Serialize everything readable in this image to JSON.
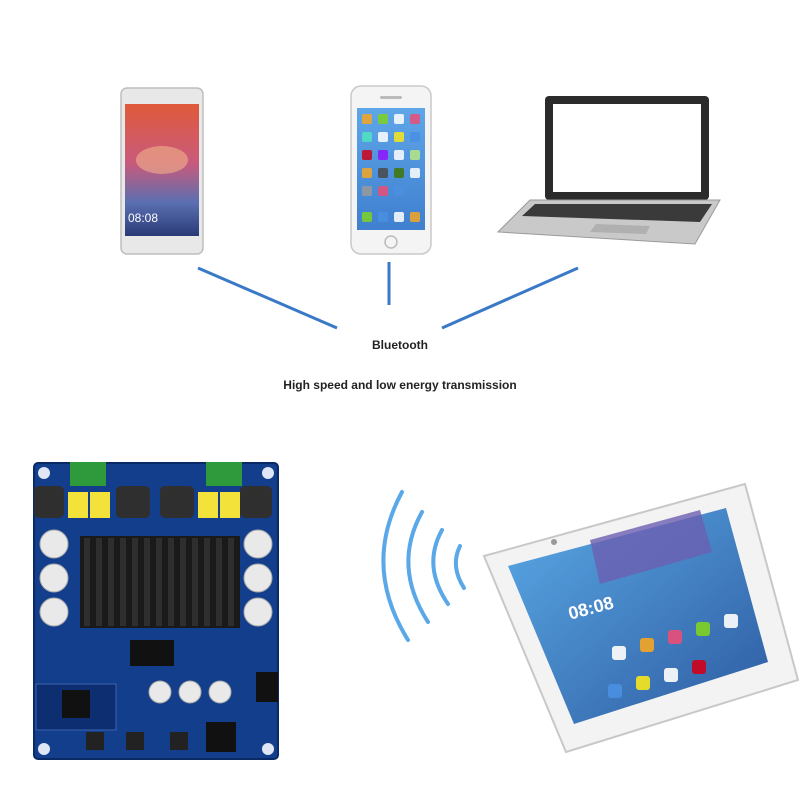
{
  "texts": {
    "bluetooth": "Bluetooth",
    "subtitle": "High speed and low energy transmission",
    "phone1_clock": "08:08",
    "phone3_clock": "08:08"
  },
  "colors": {
    "link_line": "#3a78c8",
    "pcb": "#123e8c",
    "terminal": "#2e9a3c",
    "capacitor_yellow": "#f2e23a",
    "heatsink": "#1a1a1a"
  },
  "icons": [
    "android-phone",
    "iphone",
    "laptop",
    "bluetooth-amplifier-board",
    "wifi-signal-waves",
    "smartphone"
  ]
}
